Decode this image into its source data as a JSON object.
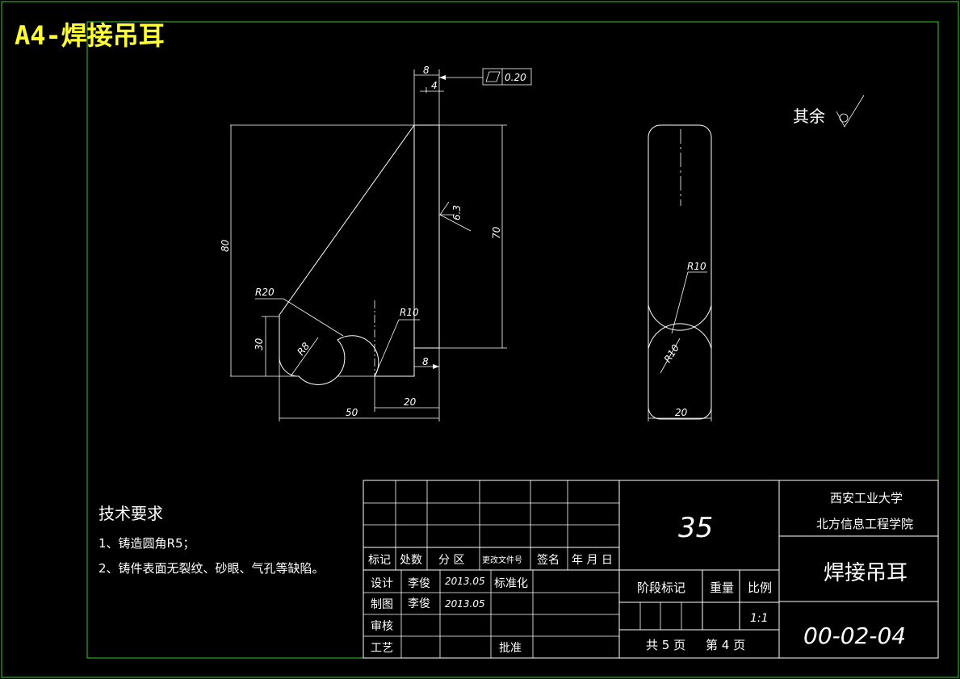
{
  "title_banner": "A4-焊接吊耳",
  "roughness_note": {
    "label": "其余"
  },
  "tolerance_frame": {
    "value": "0.20"
  },
  "surface_mark": {
    "value": "6.3"
  },
  "dimensions": {
    "top_8": "8",
    "top_4": "4",
    "height_80": "80",
    "height_70": "70",
    "r20": "R20",
    "r10_front": "R10",
    "r8": "R8",
    "h30": "30",
    "w8": "8",
    "w20": "20",
    "w50": "50",
    "side_r10_upper": "R10",
    "side_r10_lower": "R10",
    "side_w20": "20"
  },
  "tech_requirements": {
    "heading": "技术要求",
    "items": [
      "1、铸造圆角R5；",
      "2、铸件表面无裂纹、砂眼、气孔等缺陷。"
    ]
  },
  "title_block": {
    "material": "35",
    "school_line1": "西安工业大学",
    "school_line2": "北方信息工程学院",
    "part_name": "焊接吊耳",
    "drawing_no": "00-02-04",
    "header_cells": [
      "标记",
      "处数",
      "分 区",
      "更改文件号",
      "签名",
      "年 月 日"
    ],
    "row_design": {
      "label": "设计",
      "name": "李俊",
      "date": "2013.05",
      "std": "标准化"
    },
    "row_draw": {
      "label": "制图",
      "name": "李俊",
      "date": "2013.05"
    },
    "row_check": {
      "label": "审核"
    },
    "row_process": {
      "label": "工艺",
      "approve": "批准"
    },
    "stage_label": "阶段标记",
    "weight_label": "重量",
    "scale_label": "比例",
    "scale_value": "1:1",
    "sheets": "共 5 页",
    "sheet_no": "第 4 页"
  },
  "colors": {
    "border": "#39c639",
    "banner": "#ffff33",
    "line": "#ffffff",
    "background": "#000000"
  }
}
